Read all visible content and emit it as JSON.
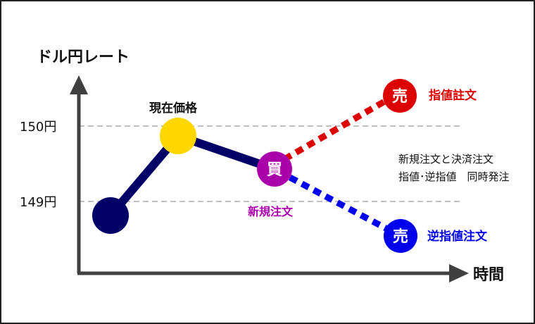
{
  "axis": {
    "y_label": "ドル円レート",
    "x_label": "時間",
    "ticks": [
      {
        "label": "150円",
        "value": 150
      },
      {
        "label": "149円",
        "value": 149
      }
    ]
  },
  "labels": {
    "current_price": "現在価格",
    "new_order": "新規注文",
    "limit_order": "指値註文",
    "stop_order": "逆指値注文",
    "note_line1": "新規注文と決済注文",
    "note_line2": "指値･逆指値　同時発注"
  },
  "markers": {
    "buy": "買",
    "sell_limit": "売",
    "sell_stop": "売"
  },
  "colors": {
    "path": "#000066",
    "start_point": "#000066",
    "current_point": "#ffd700",
    "buy": "#aa00aa",
    "limit": "#dd0000",
    "stop": "#0000ee",
    "axis": "#404040",
    "gridline": "#c0c0c0"
  }
}
